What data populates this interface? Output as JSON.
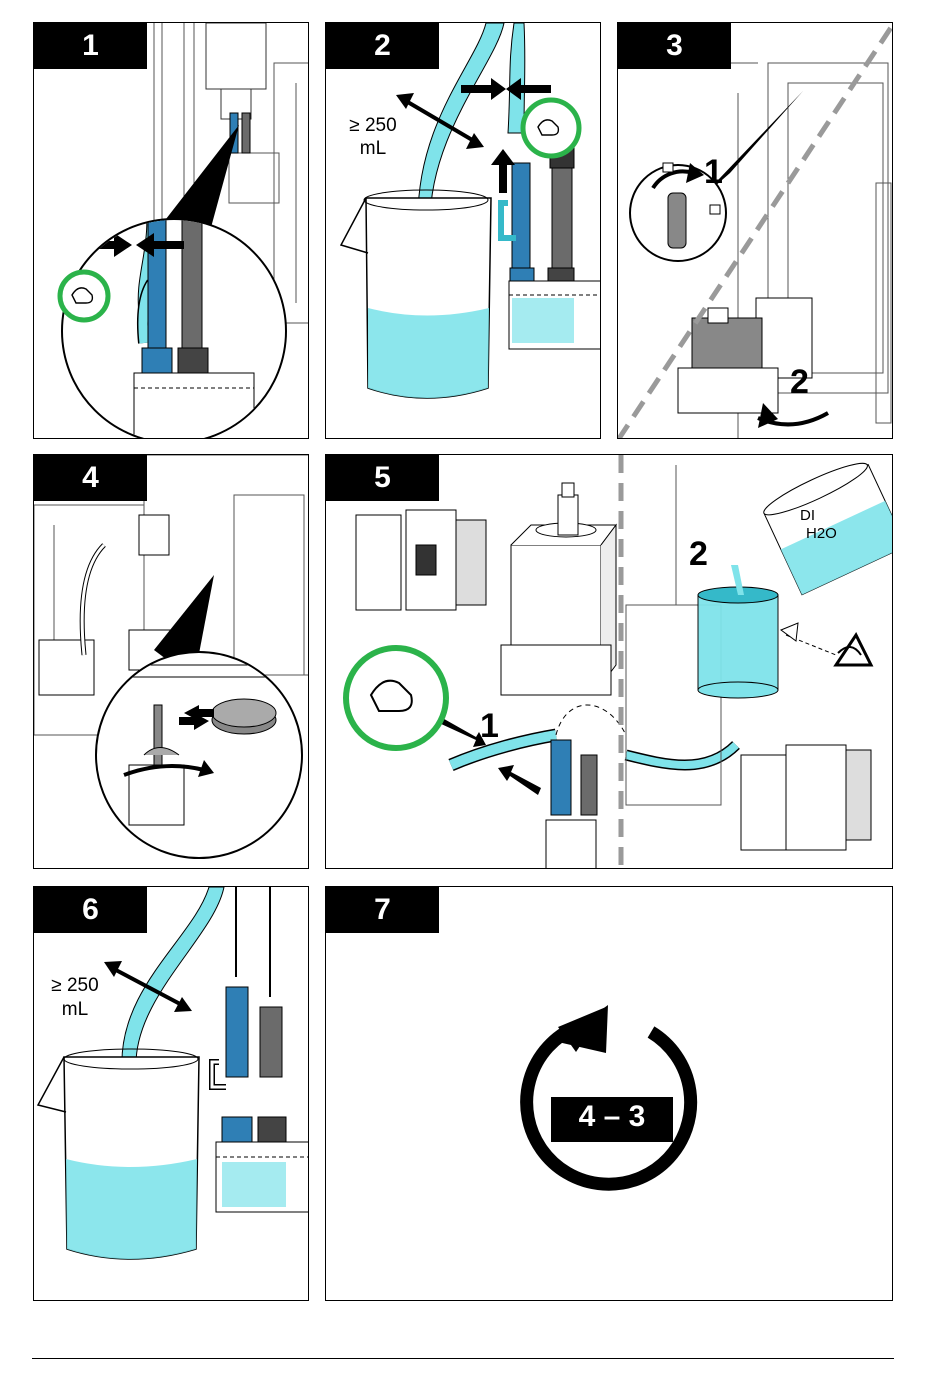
{
  "panels": [
    {
      "step": "1"
    },
    {
      "step": "2",
      "volume": "≥ 250",
      "unit": "mL"
    },
    {
      "step": "3",
      "callout_1": "1",
      "callout_2": "2"
    },
    {
      "step": "4"
    },
    {
      "step": "5",
      "callout_1": "1",
      "callout_2": "2",
      "water_label_1": "DI",
      "water_label_2": "H2O"
    },
    {
      "step": "6",
      "volume": "≥ 250",
      "unit": "mL"
    },
    {
      "step": "7",
      "repeat_range": "4 – 3"
    }
  ],
  "colors": {
    "water": "#7fe3ea",
    "water_dark": "#35b9c9",
    "go_green": "#2bb34a",
    "probe_blue": "#2f7fb5",
    "probe_gray": "#6b6b6b",
    "dash_gray": "#9a9a9a"
  }
}
